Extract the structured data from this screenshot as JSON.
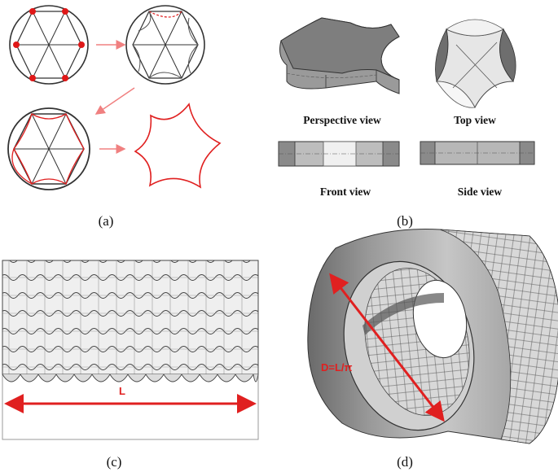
{
  "panels": {
    "a": {
      "caption": "(a)"
    },
    "b": {
      "caption": "(b)",
      "views": {
        "perspective": "Perspective view",
        "top": "Top view",
        "front": "Front view",
        "side": "Side view"
      }
    },
    "c": {
      "caption": "(c)",
      "length_label": "L"
    },
    "d": {
      "caption": "(d)",
      "diameter_label": "D=L/π"
    }
  },
  "colors": {
    "line": "#333333",
    "accent_red": "#e02020",
    "light_red": "#f08080",
    "node": "#e01818",
    "gray_fill": "#8a8a8a",
    "light_fill": "#e6e6e6"
  }
}
